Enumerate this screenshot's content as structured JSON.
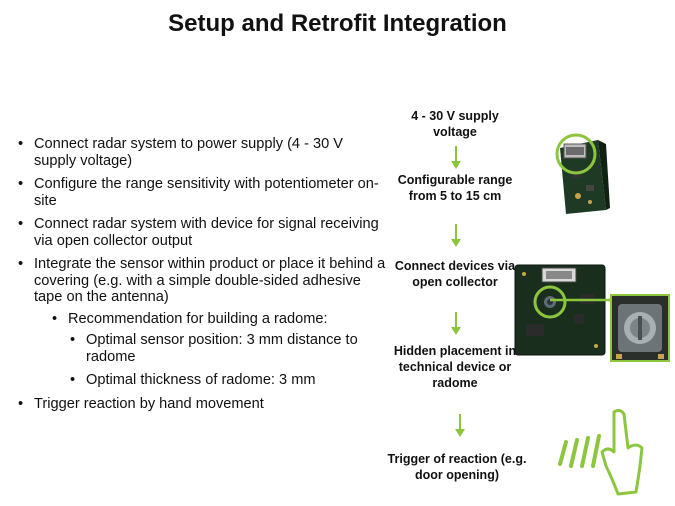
{
  "title": "Setup and Retrofit Integration",
  "bullets": [
    "Connect radar system to power supply (4 - 30 V supply voltage)",
    "Configure the range sensitivity with potentiometer on-site",
    "Connect radar system with device for signal receiving via open collector output",
    "Integrate the sensor within product or place it behind a covering (e.g. with a simple double-sided adhesive tape on the antenna)",
    "Recommendation for building a radome:",
    "Optimal sensor position: 3 mm distance to radome",
    "Optimal thickness of radome: 3 mm",
    "Trigger reaction by hand movement"
  ],
  "flow": {
    "step1": "4 - 30 V supply voltage",
    "step2": "Configurable range from 5 to 15 cm",
    "step3": "Connect devices via open collector",
    "step4": "Hidden placement in technical device or radome",
    "step5": "Trigger of reaction (e.g. door opening)"
  },
  "colors": {
    "accent": "#8cc63f",
    "pcb": "#1f3a24",
    "text": "#111111"
  },
  "icons": [
    "down-arrow-icon",
    "hand-gesture-icon",
    "radar-module-icon",
    "potentiometer-icon"
  ]
}
